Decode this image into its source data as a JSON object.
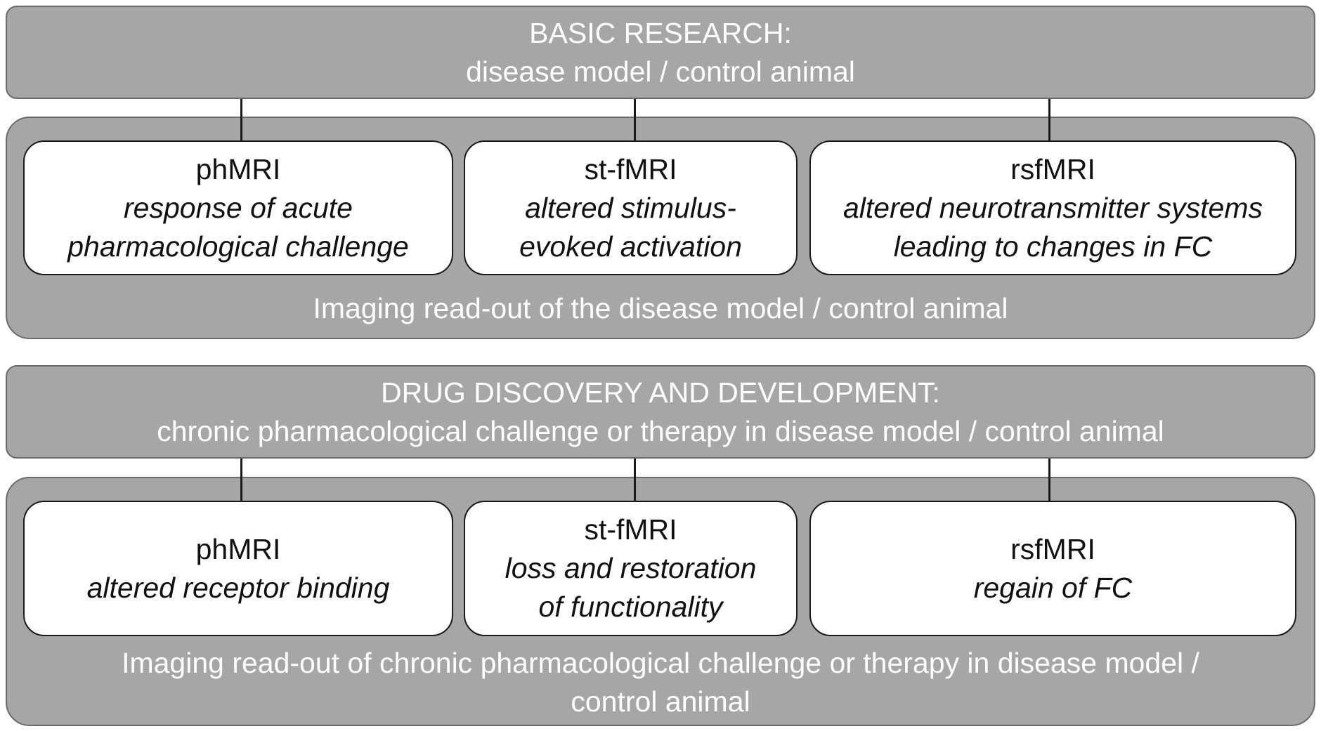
{
  "basic": {
    "header_line1": "BASIC RESEARCH:",
    "header_line2": "disease model / control animal",
    "cards": [
      {
        "method": "phMRI",
        "desc": "response of acute\npharmacological challenge"
      },
      {
        "method": "st-fMRI",
        "desc": "altered stimulus-\nevoked activation"
      },
      {
        "method": "rsfMRI",
        "desc": "altered neurotransmitter systems\nleading to changes in FC"
      }
    ],
    "footer": "Imaging read-out of the disease model / control animal"
  },
  "drug": {
    "header_line1": "DRUG DISCOVERY AND DEVELOPMENT:",
    "header_line2": "chronic pharmacological challenge or therapy in disease model / control animal",
    "cards": [
      {
        "method": "phMRI",
        "desc": "altered receptor binding"
      },
      {
        "method": "st-fMRI",
        "desc": "loss and restoration\nof functionality"
      },
      {
        "method": "rsfMRI",
        "desc": "regain of FC"
      }
    ],
    "footer": "Imaging read-out of chronic pharmacological challenge or therapy in disease model /\ncontrol animal"
  }
}
